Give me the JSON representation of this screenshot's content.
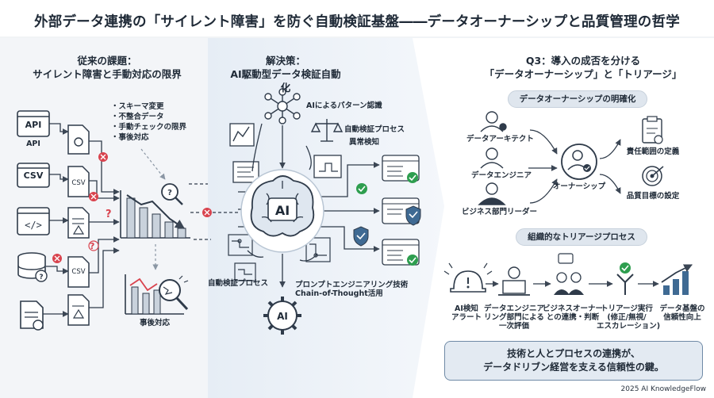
{
  "title": "外部データ連携の「サイレント障害」を防ぐ自動検証基盤――データオーナーシップと品質管理の哲学",
  "left": {
    "heading_line1": "従来の課題：",
    "heading_line2": "サイレント障害と手動対応の限界",
    "issues": [
      "スキーマ変更",
      "不整合データ",
      "手動チェックの限界",
      "事後対応"
    ],
    "icon_api": "API",
    "label_api": "API",
    "icon_csv": "CSV",
    "csv_doc": "CSV",
    "csv_doc2": "CSV",
    "label_postmortem": "事後対応"
  },
  "middle": {
    "heading_line1": "解決策：",
    "heading_line2": "AI駆動型データ検証自動化",
    "label_pattern": "AIによるパターン認識",
    "label_auto_process": "自動検証プロセス",
    "label_anomaly": "異常検知",
    "ai_core": "AI",
    "label_auto_process_bottom": "自動検証プロセス",
    "label_prompt_line1": "プロンプトエンジニアリング技術",
    "label_prompt_line2": "Chain-of-Thought活用",
    "ai_small": "AI"
  },
  "right": {
    "heading_line1": "Q3：導入の成否を分ける",
    "heading_line2": "「データオーナーシップ」と「トリアージ」",
    "ownership_pill": "データオーナーシップの明確化",
    "role_architect": "データアーキテクト",
    "role_engineer": "データエンジニア",
    "role_business": "ビジネス部門リーダー",
    "role_owner": "オーナーシップ",
    "result_scope": "責任範囲の定義",
    "result_goal": "品質目標の設定",
    "triage_pill": "組織的なトリアージプロセス",
    "steps": [
      {
        "line1": "AI検知",
        "line2": "アラート",
        "line3": ""
      },
      {
        "line1": "データエンジニア",
        "line2": "リング部門による",
        "line3": "一次評価"
      },
      {
        "line1": "ビジネスオーナー",
        "line2": "との連携・判断",
        "line3": ""
      },
      {
        "line1": "トリアージ実行",
        "line2": "(修正/無視/",
        "line3": "エスカレーション)"
      },
      {
        "line1": "データ基盤の",
        "line2": "信頼性向上",
        "line3": ""
      }
    ],
    "footer_line1": "技術と人とプロセスの連携が、",
    "footer_line2": "データドリブン経営を支える信頼性の鍵。"
  },
  "copyright": "2025 AI KnowledgeFlow",
  "colors": {
    "ink": "#2f3b4a",
    "accent_blue": "#3f6a93",
    "ok_green": "#2e9e4f",
    "error_red": "#d9434e",
    "panel_bg": "#eef2f7"
  }
}
